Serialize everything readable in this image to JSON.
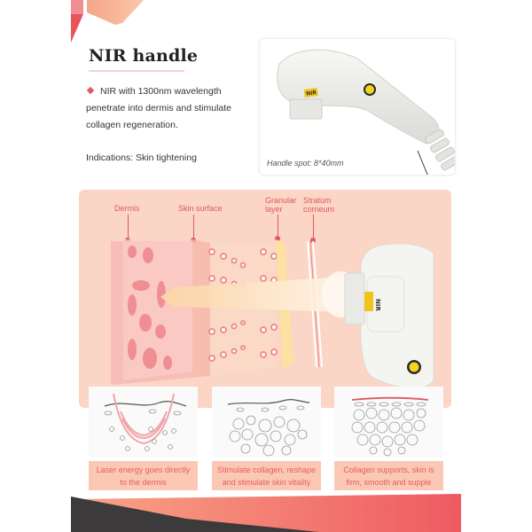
{
  "header": {
    "title": "NIR handle",
    "bullet_text": "NIR with 1300nm wavelength penetrate into dermis and stimulate collagen regeneration.",
    "indications": "Indications: Skin tightening"
  },
  "photo": {
    "caption": "Handle spot: 8*40mm",
    "handle_label": "NIR"
  },
  "diagram": {
    "labels": {
      "dermis": "Dermis",
      "skin_surface": "Skin surface",
      "granular_line1": "Granular",
      "granular_line2": "layer",
      "stratum_line1": "Stratum",
      "stratum_line2": "corneum"
    },
    "handle_label": "NIR"
  },
  "steps": [
    {
      "caption_line1": "Laser energy goes directly",
      "caption_line2": "to the dermis"
    },
    {
      "caption_line1": "Stimulate collagen, reshape",
      "caption_line2": "and stimulate skin vitality"
    },
    {
      "caption_line1": "Collagen supports, skin is",
      "caption_line2": "firm, smooth and supple"
    }
  ],
  "colors": {
    "accent_red": "#e35a5e",
    "panel_pink": "#fbd5c5",
    "caption_bg": "#fbc8b5",
    "dark": "#3d3a3b"
  }
}
